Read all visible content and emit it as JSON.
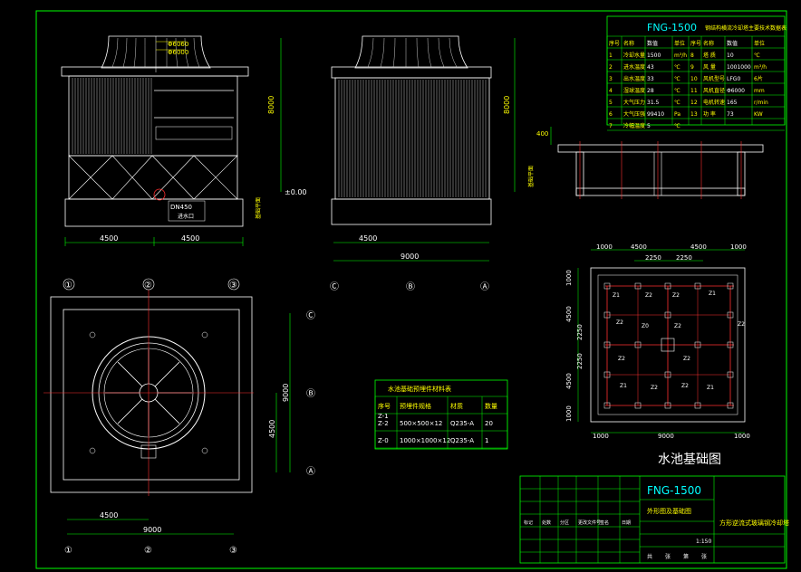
{
  "front_view": {
    "dim_d6060": "Φ6060",
    "dim_d6000": "Φ6000",
    "height": "8000",
    "level": "±0.00",
    "outlet_label": "DN450",
    "outlet_sub": "进水口",
    "base_label": "基础平面",
    "dim_left": "4500",
    "dim_right": "4500"
  },
  "side_view": {
    "height": "8000",
    "dim_left": "4500",
    "dim_total": "9000"
  },
  "section_view": {
    "height": "400",
    "side_label": "基础平面"
  },
  "plan_view": {
    "grid_1": "①",
    "grid_2": "②",
    "grid_3": "③",
    "grid_c": "Ⓒ",
    "grid_b": "Ⓑ",
    "grid_a": "Ⓐ",
    "dim_h_half": "4500",
    "dim_h_total": "9000",
    "dim_v_total": "9000",
    "dim_v_half": "4500"
  },
  "spec_table": {
    "title": "FNG-1500",
    "subtitle": "钢结构横流冷却塔主要技术数据表",
    "headers": [
      "序号",
      "名称",
      "数值",
      "单位",
      "序号",
      "名称",
      "数值",
      "单位"
    ],
    "rows": [
      [
        "1",
        "冷却水量",
        "1500",
        "m³/h",
        "8",
        "塔 质",
        "10",
        "℃"
      ],
      [
        "2",
        "进水温度",
        "43",
        "℃",
        "9",
        "风 量",
        "1001000",
        "m³/h"
      ],
      [
        "3",
        "出水温度",
        "33",
        "℃",
        "10",
        "风机型号",
        "LFG0",
        "6片"
      ],
      [
        "4",
        "湿球温度",
        "28",
        "℃",
        "11",
        "风机直径",
        "Φ6000",
        "mm"
      ],
      [
        "5",
        "大气压力",
        "31.5",
        "℃",
        "12",
        "电机转速",
        "165",
        "r/min"
      ],
      [
        "6",
        "大气压强",
        "99410",
        "Pa",
        "13",
        "功 率",
        "73",
        "KW"
      ],
      [
        "7",
        "冷幅温度",
        "5",
        "℃",
        "",
        "",
        "",
        ""
      ]
    ]
  },
  "foundation_table": {
    "title": "水池基础预埋件材料表",
    "headers": [
      "序号",
      "预埋件规格",
      "材质",
      "数量"
    ],
    "rows": [
      [
        "Z-1\nZ-2",
        "500×500×12",
        "Q235-A",
        "20"
      ],
      [
        "Z-0",
        "1000×1000×12",
        "Q235-A",
        "1"
      ]
    ]
  },
  "foundation_plan": {
    "caption": "水池基础图",
    "dim_top": [
      "1000",
      "4500",
      "4500",
      "1000"
    ],
    "dim_top_inner": [
      "2250",
      "2250"
    ],
    "dim_left": [
      "1000",
      "4500",
      "2250",
      "2250",
      "4500",
      "1000"
    ],
    "dim_bottom_total": "9000",
    "dim_bottom_sides": [
      "1000",
      "1000"
    ],
    "labels": [
      "Z1",
      "Z2",
      "Z2",
      "Z1",
      "Z2",
      "Z0",
      "Z2",
      "Z2",
      "Z2",
      "Z2",
      "Z1",
      "Z2",
      "Z2",
      "Z1"
    ]
  },
  "title_block": {
    "model": "FNG-1500",
    "drawing_name": "外形图及基础图",
    "company": "方形逆流式玻璃钢冷却塔",
    "scale": "1:150",
    "row_labels": [
      "标记",
      "处数",
      "分区",
      "更改文件号",
      "签名",
      "日期"
    ],
    "bottom_labels": [
      "共",
      "张",
      "第",
      "张"
    ]
  },
  "colors": {
    "frame": "#00ff00",
    "text": "#ffffff",
    "dimension": "#00ffff",
    "center": "#ff3030",
    "highlight": "#ffff00"
  }
}
